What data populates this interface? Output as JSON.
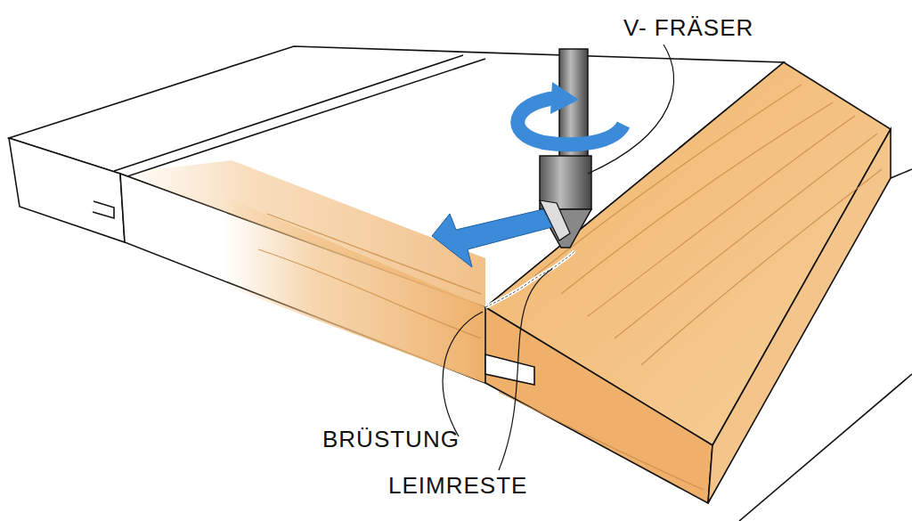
{
  "diagram": {
    "labels": [
      "V- FRÄSER",
      "BRÜSTUNG",
      "LEIMRESTE"
    ]
  }
}
